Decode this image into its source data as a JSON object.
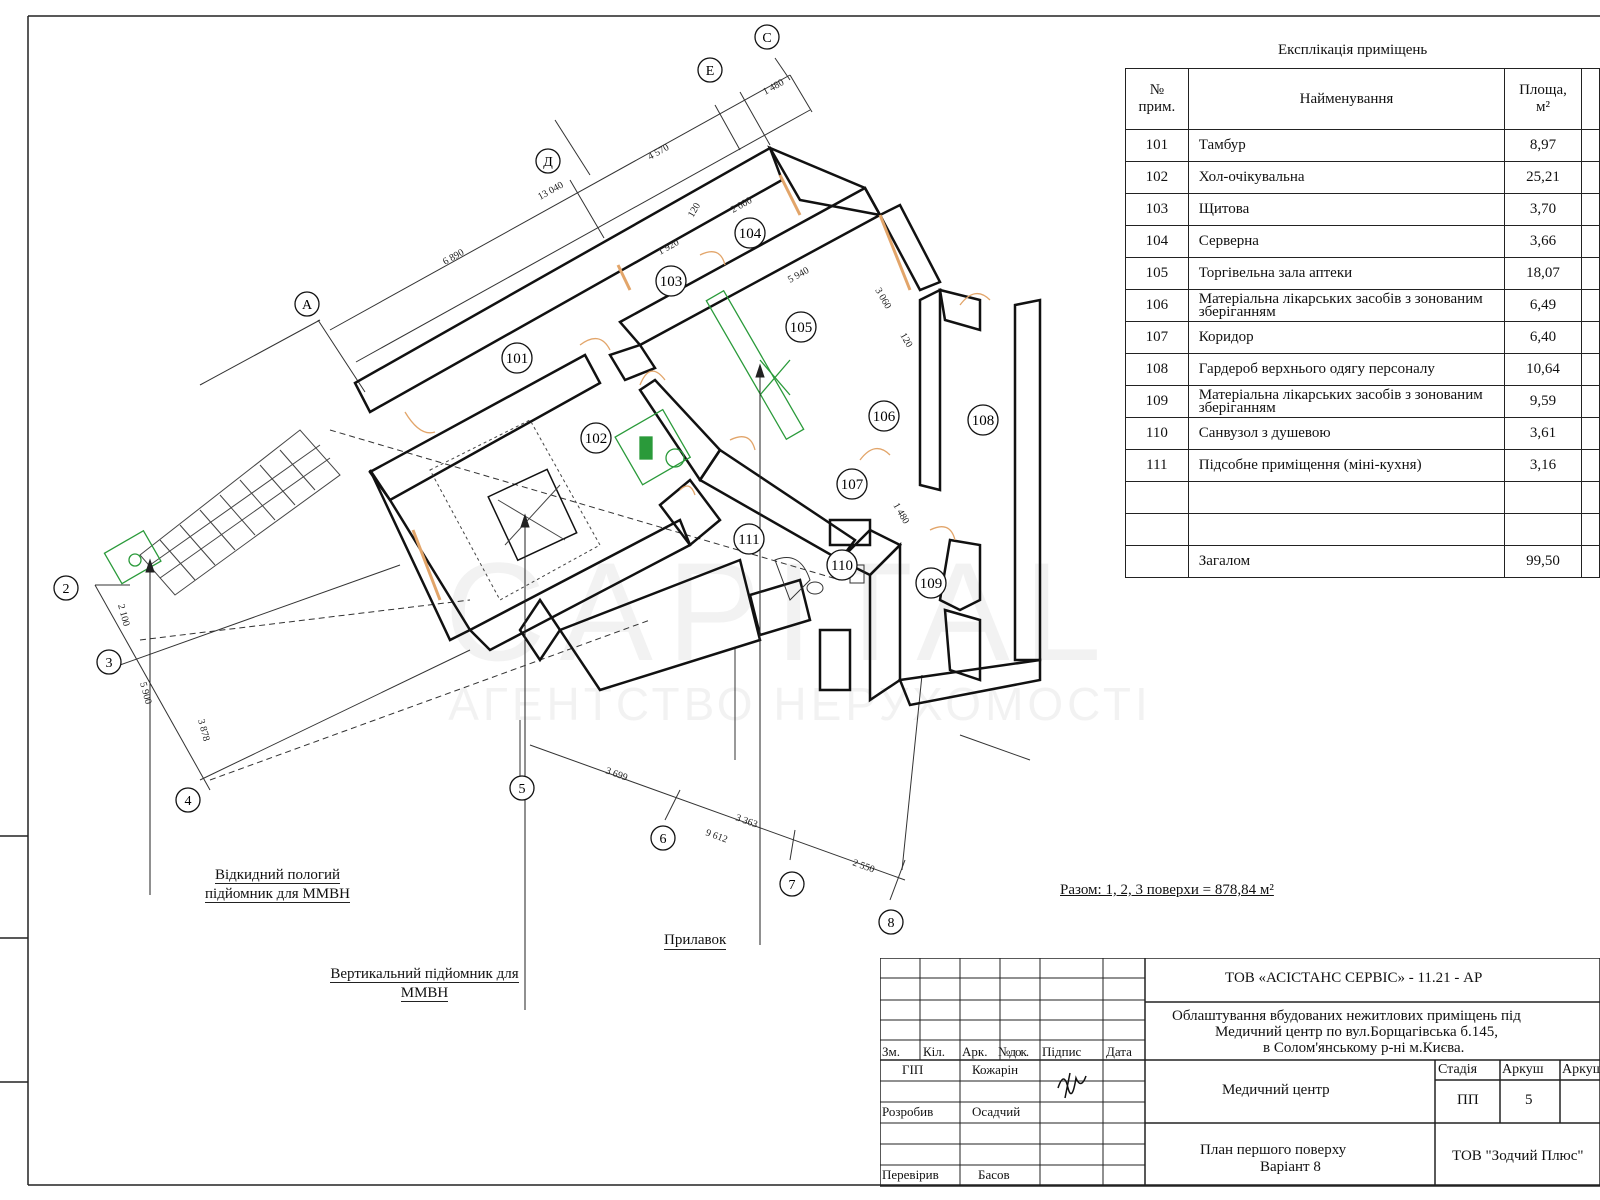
{
  "explication": {
    "title": "Експлікація приміщень",
    "headers": {
      "number": "№ прим.",
      "name": "Найменування",
      "area": "Площа, м²"
    },
    "rooms": [
      {
        "number": "101",
        "name": "Тамбур",
        "area": "8,97"
      },
      {
        "number": "102",
        "name": "Хол-очікувальна",
        "area": "25,21"
      },
      {
        "number": "103",
        "name": "Щитова",
        "area": "3,70"
      },
      {
        "number": "104",
        "name": "Серверна",
        "area": "3,66"
      },
      {
        "number": "105",
        "name": "Торгівельна зала аптеки",
        "area": "18,07"
      },
      {
        "number": "106",
        "name": "Матеріальна лікарських засобів з зонованим зберіганням",
        "area": "6,49"
      },
      {
        "number": "107",
        "name": "Коридор",
        "area": "6,40"
      },
      {
        "number": "108",
        "name": "Гардероб верхнього одягу персоналу",
        "area": "10,64"
      },
      {
        "number": "109",
        "name": "Матеріальна лікарських засобів з зонованим зберіганням",
        "area": "9,59"
      },
      {
        "number": "110",
        "name": "Санвузол з душевою",
        "area": "3,61"
      },
      {
        "number": "111",
        "name": "Підсобне приміщення (міні-кухня)",
        "area": "3,16"
      }
    ],
    "total_label": "Загалом",
    "total_area": "99,50"
  },
  "summary_note": "Разом: 1, 2, 3 поверхи = 878,84 м²",
  "callouts": {
    "lift_tilt": "Відкидний пологий підйомник для ММВН",
    "lift_vertical": "Вертикальний підйомник для ММВН",
    "counter": "Прилавок"
  },
  "axes": {
    "letters": [
      "А",
      "Д",
      "Е",
      "С"
    ],
    "numbers": [
      "2",
      "3",
      "4",
      "5",
      "6",
      "7",
      "8"
    ]
  },
  "dimensions": [
    "13 040",
    "6 890",
    "4 570",
    "1 480",
    "1 920",
    "2 000",
    "120",
    "5 940",
    "3 060",
    "120",
    "1 480",
    "2 100",
    "5 900",
    "3 878",
    "3 699",
    "3 363",
    "9 612",
    "2 550"
  ],
  "room_labels": [
    "101",
    "102",
    "103",
    "104",
    "105",
    "106",
    "107",
    "108",
    "109",
    "110",
    "111"
  ],
  "watermark": {
    "line1": "CAPITAL",
    "line2": "АГЕНТСТВО НЕРУХОМОСТІ"
  },
  "stamp": {
    "company_code": "ТОВ «АСІСТАНС СЕРВІС»  - 11.21 - АР",
    "project_line1": "Облаштування вбудованих нежитлових приміщень під",
    "project_line2": "Медичний центр по вул.Борщагівська б.145,",
    "project_line3": "в Солом'янському р-ні м.Києва.",
    "col_headers": [
      "Зм.",
      "Кіл.",
      "Арк.",
      "№док.",
      "Підпис",
      "Дата"
    ],
    "roles": [
      {
        "role": "ГІП",
        "name": "Кожарін"
      },
      {
        "role": "Розробив",
        "name": "Осадчий"
      },
      {
        "role": "Перевірив",
        "name": "Басов"
      }
    ],
    "object": "Медичний центр",
    "sheet_headers": [
      "Стадія",
      "Аркуш",
      "Аркуш"
    ],
    "stage": "ПП",
    "sheet": "5",
    "drawing_title_1": "План першого поверху",
    "drawing_title_2": "Варіант 8",
    "organization": "ТОВ \"Зодчий Плюс\""
  }
}
